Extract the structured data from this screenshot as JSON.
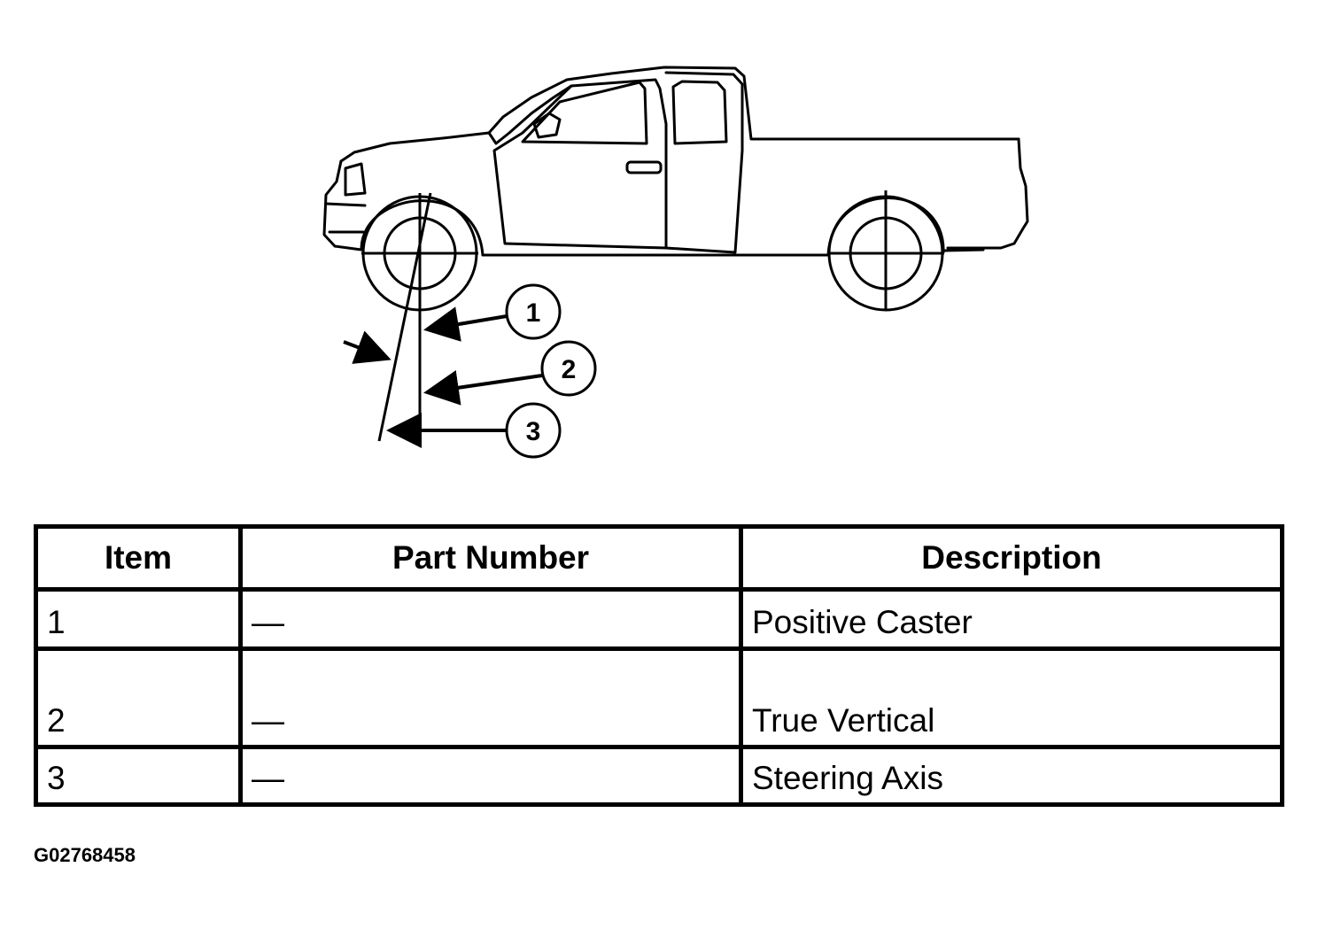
{
  "diagram": {
    "callouts": [
      {
        "number": "1"
      },
      {
        "number": "2"
      },
      {
        "number": "3"
      }
    ]
  },
  "table": {
    "headers": {
      "item": "Item",
      "part_number": "Part Number",
      "description": "Description"
    },
    "rows": [
      {
        "item": "1",
        "part_number": "—",
        "description": "Positive Caster"
      },
      {
        "item": "2",
        "part_number": "—",
        "description": "True Vertical"
      },
      {
        "item": "3",
        "part_number": "—",
        "description": "Steering Axis"
      }
    ]
  },
  "figure_code": "G02768458"
}
